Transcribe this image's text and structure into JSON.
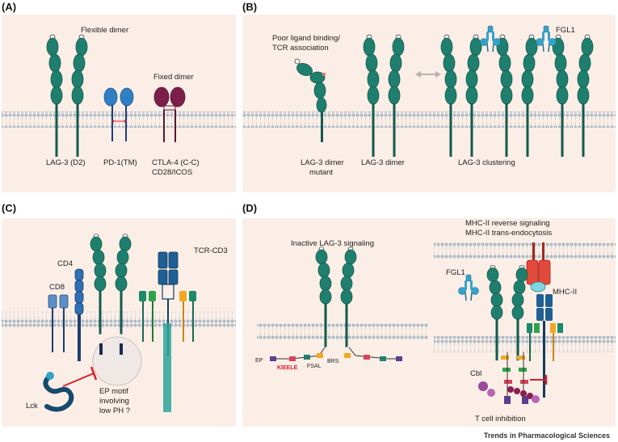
{
  "panels": {
    "a": {
      "letter": "(A)",
      "flexible_dimer": "Flexible dimer",
      "fixed_dimer": "Fixed dimer",
      "lag3_d2": "LAG-3 (D2)",
      "pd1_tm": "PD-1(TM)",
      "ctla4": "CTLA-4 (C-C)",
      "cd28": "CD28/ICOS"
    },
    "b": {
      "letter": "(B)",
      "poor_binding_1": "Poor ligand binding/",
      "poor_binding_2": "TCR association",
      "fgl1": "FGL1",
      "mutant_1": "LAG-3 dimer",
      "mutant_2": "mutant",
      "dimer": "LAG-3 dimer",
      "clustering": "LAG-3 clustering"
    },
    "c": {
      "letter": "(C)",
      "cd4": "CD4",
      "cd8": "CD8",
      "tcr_cd3": "TCR-CD3",
      "lck": "Lck",
      "ep_motif_1": "EP motif",
      "ep_motif_2": "involving",
      "ep_motif_3": "low PH ?"
    },
    "d": {
      "letter": "(D)",
      "inactive": "Inactive LAG-3 signaling",
      "reverse_1": "MHC-II reverse signaling",
      "reverse_2": "MHC-II trans-endocytosis",
      "fgl1": "FGL1",
      "mhc2": "MHC-II",
      "ep": "EP",
      "kieele": "KIEELE",
      "fsal": "FSAL",
      "brs": "BRS",
      "cbl": "Cbl",
      "inhibition": "T cell inhibition"
    }
  },
  "credit": "Trends in Pharmacological Sciences",
  "colors": {
    "panel_bg": "#fbeee6",
    "lag3": "#1f7f6e",
    "lag3_stroke": "#135a4d",
    "pd1": "#2f7fc4",
    "ctla4": "#7b1f4a",
    "mhc2": "#e24a3b",
    "fgl1": "#35a3c9",
    "membrane": "#a9b7c3"
  }
}
